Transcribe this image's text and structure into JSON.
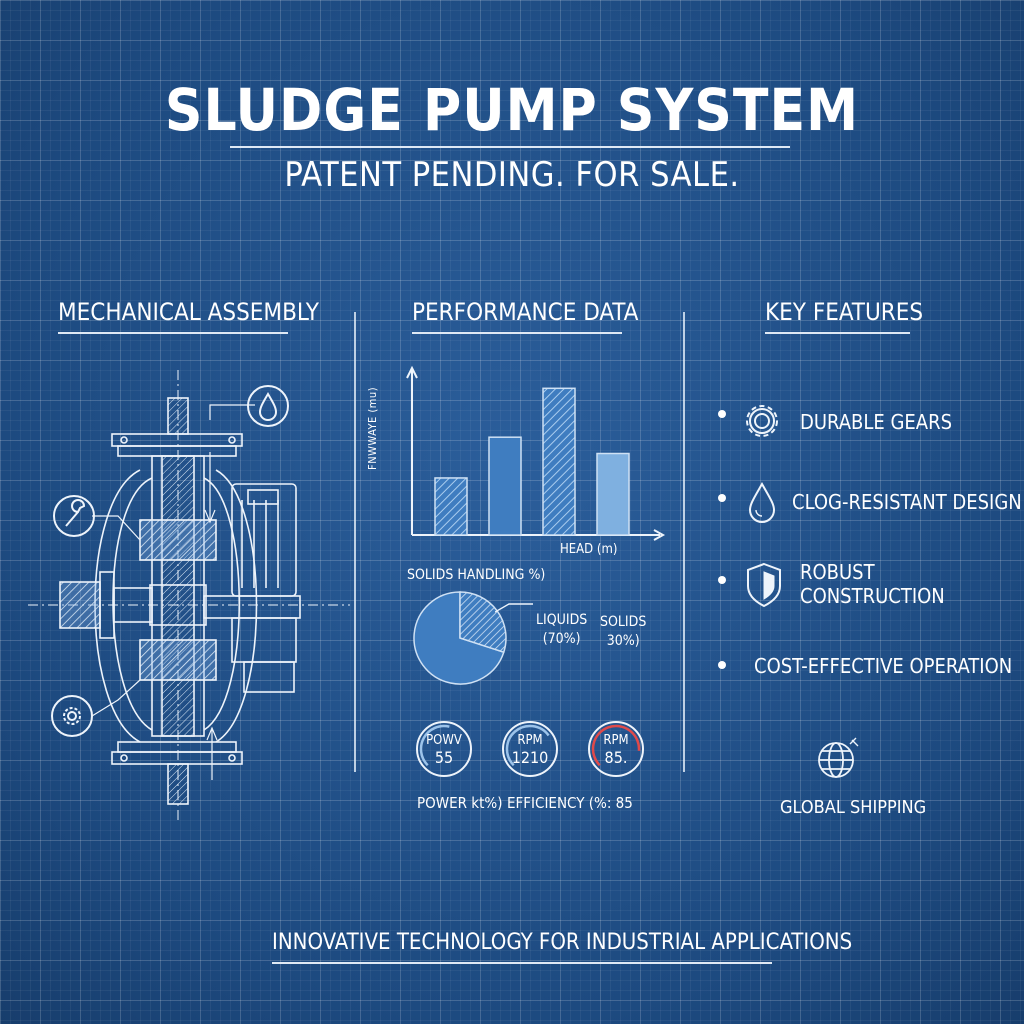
{
  "header": {
    "title": "SLUDGE PUMP SYSTEM",
    "subtitle": "PATENT PENDING. FOR SALE."
  },
  "sections": {
    "mechanical": "MECHANICAL ASSEMBLY",
    "performance": "PERFORMANCE DATA",
    "features": "KEY FEATURES"
  },
  "assembly_icons": [
    "water-drop-icon",
    "wrench-icon",
    "gear-icon"
  ],
  "chart_data": [
    {
      "type": "bar",
      "categories": [
        "",
        "",
        "",
        ""
      ],
      "values": [
        35,
        60,
        90,
        50
      ],
      "ylabel": "FNWWAYE (mu)",
      "xlabel": "HEAD (m)",
      "series_style": [
        "hatched",
        "solid",
        "hatched",
        "solid"
      ]
    },
    {
      "type": "pie",
      "title": "SOLIDS HANDLING %)",
      "labels": [
        "LIQUIDS (70%)",
        "SOLIDS 30%)"
      ],
      "values": [
        70,
        30
      ],
      "label_liquids_1": "LIQUIDS",
      "label_liquids_2": "(70%)",
      "label_solids_1": "SOLIDS",
      "label_solids_2": "30%)"
    }
  ],
  "gauges": [
    {
      "label": "POWV",
      "value": "55",
      "level": 0.55
    },
    {
      "label": "RPM",
      "value": "1210",
      "level": 0.7
    },
    {
      "label": "RPM",
      "value": "85.",
      "level": 0.85
    }
  ],
  "gauge_captions": {
    "power": "POWER kt%)",
    "efficiency": "EFFICIENCY (%: 85"
  },
  "features": [
    {
      "icon": "gear-icon",
      "label": "DURABLE GEARS"
    },
    {
      "icon": "water-drop-icon",
      "label": "CLOG-RESISTANT DESIGN"
    },
    {
      "icon": "shield-icon",
      "label_1": "ROBUST",
      "label_2": "CONSTRUCTION"
    },
    {
      "icon": "",
      "label": "COST-EFFECTIVE OPERATION"
    }
  ],
  "shipping": {
    "icon": "globe-icon",
    "label": "GLOBAL SHIPPING"
  },
  "footer": "INNOVATIVE TECHNOLOGY FOR INDUSTRIAL APPLICATIONS",
  "colors": {
    "background": "#21508a",
    "line": "#eef4fb",
    "bar_fill": "#3f7dc0",
    "bar_light": "#7fb0e0",
    "gauge_red": "#e04a4a"
  }
}
